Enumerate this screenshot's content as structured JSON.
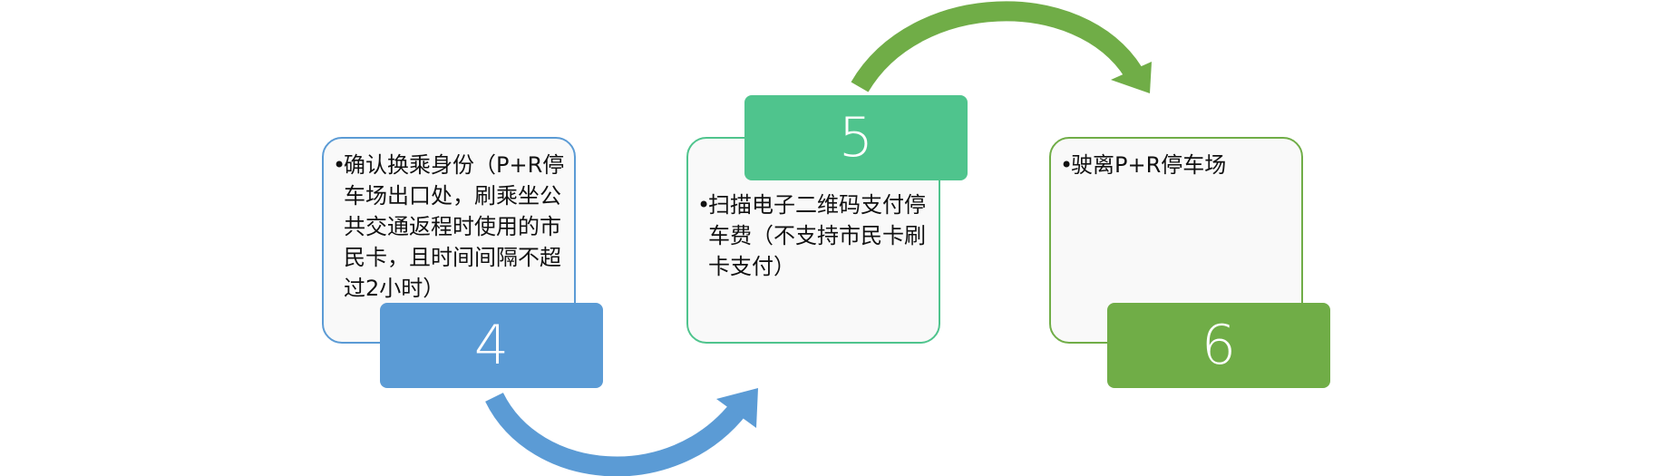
{
  "steps": [
    {
      "number": "4",
      "text": "确认换乘身份（P+R停车场出口处，刷乘坐公共交通返程时使用的市民卡，且时间间隔不超过2小时）",
      "color": "#5b9bd5"
    },
    {
      "number": "5",
      "text": "扫描电子二维码支付停车费（不支持市民卡刷卡支付）",
      "color": "#4fc48d"
    },
    {
      "number": "6",
      "text": "驶离P+R停车场",
      "color": "#70ad47"
    }
  ],
  "bullet": "•"
}
